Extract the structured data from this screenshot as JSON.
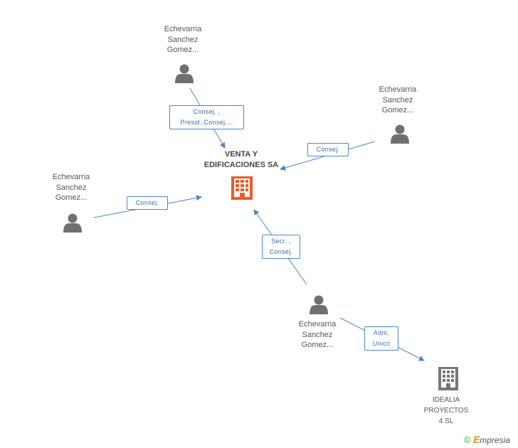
{
  "colors": {
    "edge": "#4a88c8",
    "person_icon": "#707070",
    "company_main": "#f05a28",
    "company_other": "#777777"
  },
  "nodes": {
    "main_company": {
      "name_line1": "VENTA Y",
      "name_line2": "EDIFICACIONES SA",
      "icon": "building-icon"
    },
    "person_top": {
      "line1": "Echevarria",
      "line2": "Sanchez",
      "line3": "Gomez...",
      "icon": "person-icon"
    },
    "person_right": {
      "line1": "Echevarria",
      "line2": "Sanchez",
      "line3": "Gomez...",
      "icon": "person-icon"
    },
    "person_left": {
      "line1": "Echevarria",
      "line2": "Sanchez",
      "line3": "Gomez...",
      "icon": "person-icon"
    },
    "person_bottom": {
      "line1": "Echevarria",
      "line2": "Sanchez",
      "line3": "Gomez...",
      "icon": "person-icon"
    },
    "company_idealia": {
      "line1": "IDEALIA",
      "line2": "PROYECTOS",
      "line3": "4 SL",
      "icon": "building-icon"
    }
  },
  "edges": {
    "top": {
      "line1": "Consej. ,",
      "line2": "Presid.,Consej...."
    },
    "right": {
      "line1": "Consej."
    },
    "left": {
      "line1": "Consej."
    },
    "bottom": {
      "line1": "Secr. ,",
      "line2": "Consej."
    },
    "idealia": {
      "line1": "Adm.",
      "line2": "Unico"
    }
  },
  "footer": {
    "copyright": "©",
    "brand_initial": "E",
    "brand_rest": "mpresia"
  }
}
